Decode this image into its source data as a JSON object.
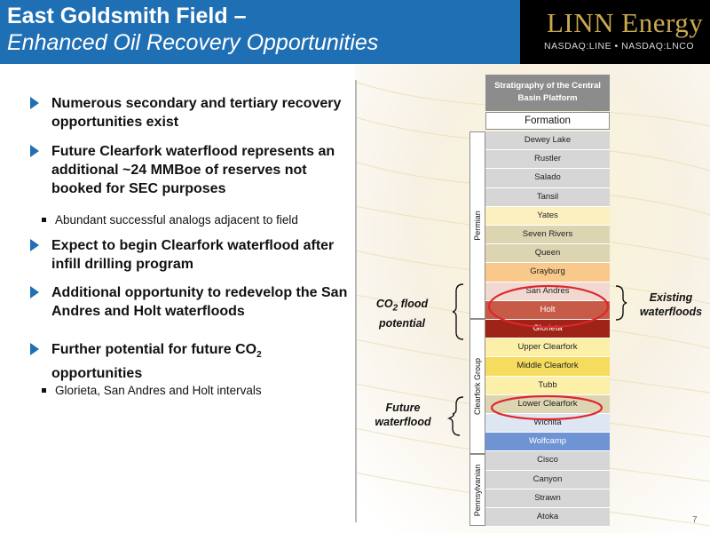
{
  "header": {
    "title_line1": "East Goldsmith Field –",
    "title_line2": "Enhanced Oil Recovery Opportunities",
    "logo_name": "LINN Energy",
    "logo_ticker": "NASDAQ:LINE • NASDAQ:LNCO"
  },
  "bullets": [
    "Numerous secondary and tertiary recovery opportunities exist",
    "Future Clearfork waterflood represents an additional ~24 MMBoe of reserves not booked for SEC purposes",
    "Expect to begin Clearfork waterflood after infill drilling program",
    "Additional opportunity to redevelop the San Andres and Holt waterfloods",
    "Further potential for future CO",
    "opportunities"
  ],
  "co2_subscript": "2",
  "sub_bullets": [
    "Abundant successful analogs adjacent to field",
    "Glorieta, San Andres and Holt intervals"
  ],
  "stratigraphy": {
    "title": "Stratigraphy of the Central Basin Platform",
    "column_header": "Formation",
    "layers": [
      {
        "name": "Dewey Lake",
        "color": "#d6d6d6"
      },
      {
        "name": "Rustler",
        "color": "#d6d6d6"
      },
      {
        "name": "Salado",
        "color": "#d6d6d6"
      },
      {
        "name": "Tansil",
        "color": "#d6d6d6"
      },
      {
        "name": "Yates",
        "color": "#fcefc0"
      },
      {
        "name": "Seven Rivers",
        "color": "#ddd4b2"
      },
      {
        "name": "Queen",
        "color": "#ddd4b2"
      },
      {
        "name": "Grayburg",
        "color": "#f8c98a"
      },
      {
        "name": "San Andres",
        "color": "#f1d9d2"
      },
      {
        "name": "Holt",
        "color": "#c85a48"
      },
      {
        "name": "Glorieta",
        "color": "#9e2418"
      },
      {
        "name": "Upper Clearfork",
        "color": "#fcefa8"
      },
      {
        "name": "Middle Clearfork",
        "color": "#f6dc5e"
      },
      {
        "name": "Tubb",
        "color": "#fcefa8"
      },
      {
        "name": "Lower Clearfork",
        "color": "#ddd4b2"
      },
      {
        "name": "Wichita",
        "color": "#dde6f2"
      },
      {
        "name": "Wolfcamp",
        "color": "#6e94d4"
      },
      {
        "name": "Cisco",
        "color": "#d6d6d6"
      },
      {
        "name": "Canyon",
        "color": "#d6d6d6"
      },
      {
        "name": "Strawn",
        "color": "#d6d6d6"
      },
      {
        "name": "Atoka",
        "color": "#d6d6d6"
      }
    ],
    "groups": {
      "permian": "Permian",
      "clearfork_group": "Clearfork Group",
      "pennsylvanian": "Pennsylvanian"
    }
  },
  "annotations": {
    "co2_flood_prefix": "CO",
    "co2_flood_sub": "2",
    "co2_flood_suffix": " flood",
    "co2_flood_line2": "potential",
    "existing_line1": "Existing",
    "existing_line2": "waterfloods",
    "future_line1": "Future",
    "future_line2": "waterflood"
  },
  "page_number": "7",
  "colors": {
    "header_blue": "#1f6fb5",
    "logo_gold": "#c9a94f",
    "highlight_red": "#e0262c"
  }
}
